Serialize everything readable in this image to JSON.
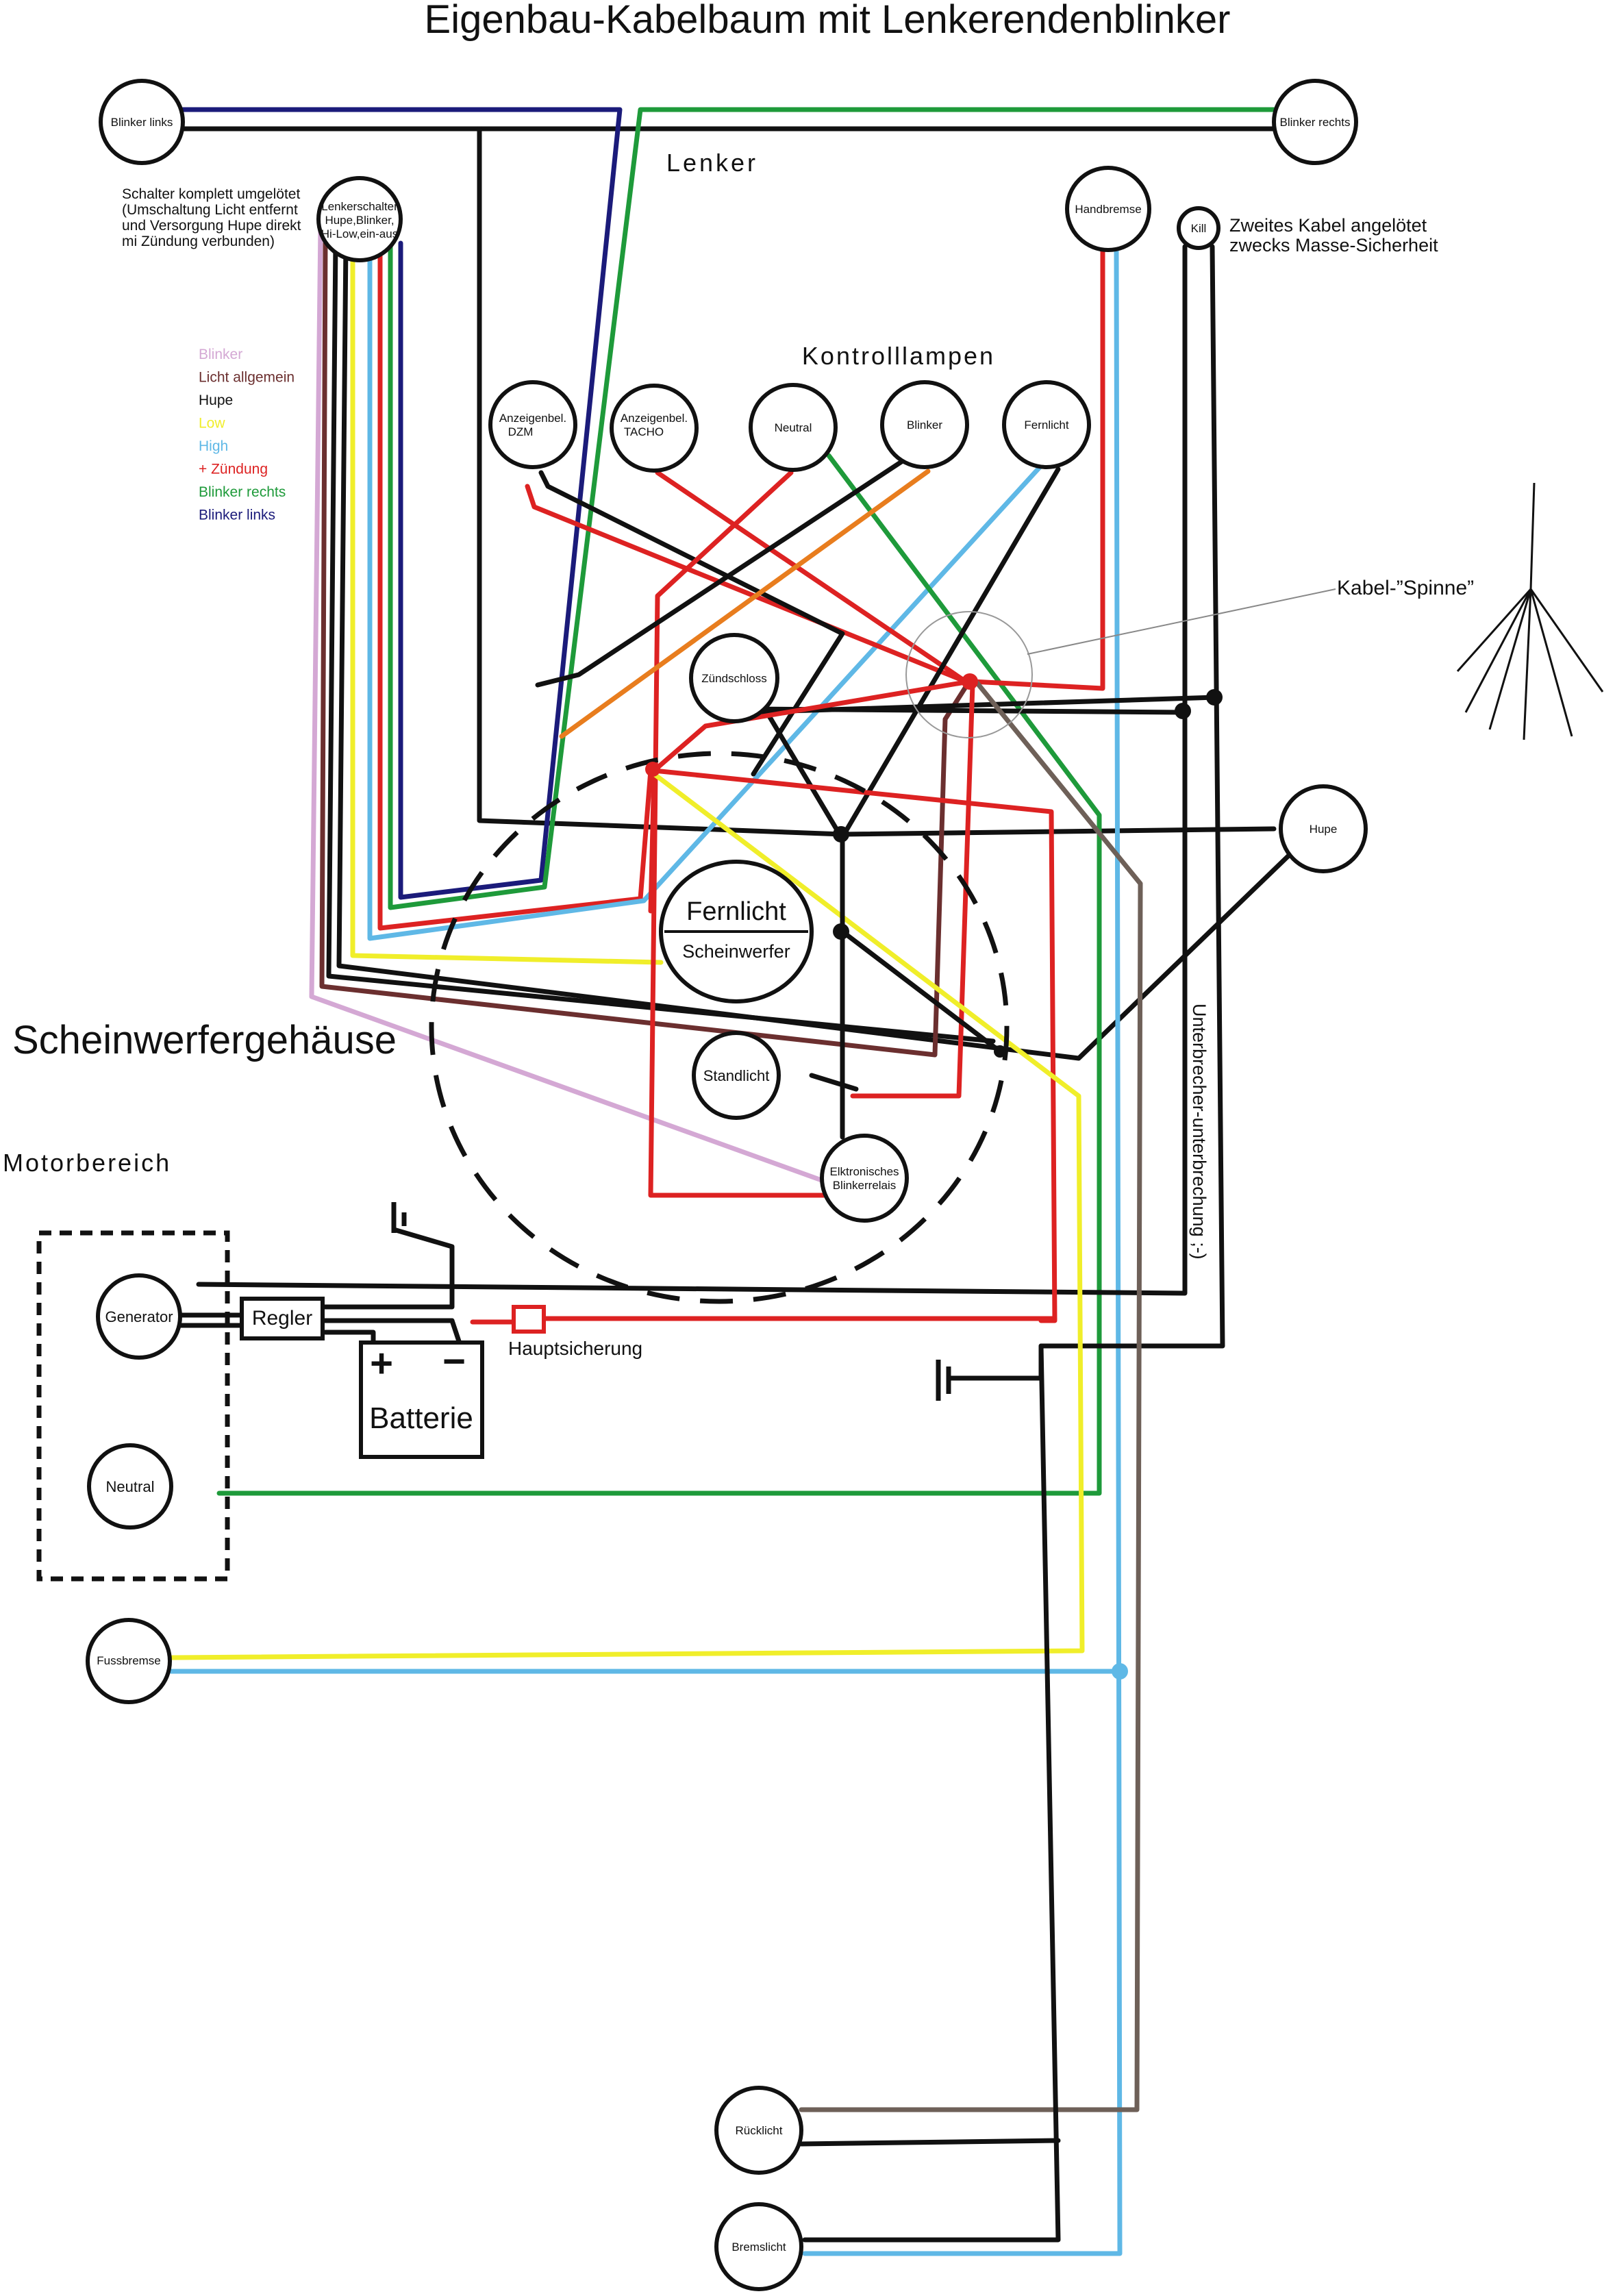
{
  "title": "Eigenbau-Kabelbaum mit Lenkerendenblinker",
  "labels": {
    "lenker": "Lenker",
    "kontrolllampen": "Kontrolllampen",
    "kabel_spinne": "Kabel-”Spinne”",
    "scheinwerfergehaeuse": "Scheinwerfergehäuse",
    "motorbereich": "Motorbereich",
    "hauptsicherung": "Hauptsicherung",
    "unterbrecher": "Unterbrecher-unterbrechung ;-)",
    "battery_plus": "+",
    "battery_minus": "−"
  },
  "notes": {
    "schalter": [
      "Schalter komplett umgelötet",
      "(Umschaltung Licht entfernt",
      "und Versorgung Hupe direkt",
      "mi Zündung verbunden)"
    ],
    "kill": [
      "Zweites Kabel angelötet",
      "zwecks Masse-Sicherheit"
    ]
  },
  "components": {
    "blinker_links": "Blinker links",
    "blinker_rechts": "Blinker rechts",
    "lenkerschalter": [
      "Lenkerschalter",
      "Hupe,Blinker,",
      "Hi-Low,ein-aus"
    ],
    "handbremse": "Handbremse",
    "kill": "Kill",
    "anzeige_dzm": [
      "Anzeigenbel.",
      "DZM"
    ],
    "anzeige_tacho": [
      "Anzeigenbel.",
      "TACHO"
    ],
    "neutral_lamp": "Neutral",
    "blinker_lamp": "Blinker",
    "fernlicht_lamp": "Fernlicht",
    "zuendschloss": "Zündschloss",
    "hupe": "Hupe",
    "scheinwerfer_top": "Fernlicht",
    "scheinwerfer_bottom": "Scheinwerfer",
    "standlicht": "Standlicht",
    "relais": [
      "Elktronisches",
      "Blinkerrelais"
    ],
    "generator": "Generator",
    "regler": "Regler",
    "batterie": "Batterie",
    "neutral_motor": "Neutral",
    "fussbremse": "Fussbremse",
    "ruecklicht": "Rücklicht",
    "bremslicht": "Bremslicht"
  },
  "legend": [
    {
      "label": "Blinker",
      "color": "#d4a8d4"
    },
    {
      "label": "Licht allgemein",
      "color": "#6b2f2f"
    },
    {
      "label": "Hupe",
      "color": "#111111"
    },
    {
      "label": "Low",
      "color": "#f0ee2a"
    },
    {
      "label": "High",
      "color": "#5fb8e6"
    },
    {
      "label": "+ Zündung",
      "color": "#dd2222"
    },
    {
      "label": "Blinker rechts",
      "color": "#1e9a3a"
    },
    {
      "label": "Blinker links",
      "color": "#1b1b7a"
    }
  ],
  "wire_colors": {
    "black": "#111111",
    "red": "#dd2222",
    "green": "#1e9a3a",
    "navy": "#1b1b7a",
    "yellow": "#f0ee2a",
    "blue": "#5fb8e6",
    "orange": "#e87d1e",
    "brown": "#6b2f2f",
    "grey_brown": "#6e6058",
    "pink": "#d4a8d4",
    "outline_grey": "#888888"
  }
}
